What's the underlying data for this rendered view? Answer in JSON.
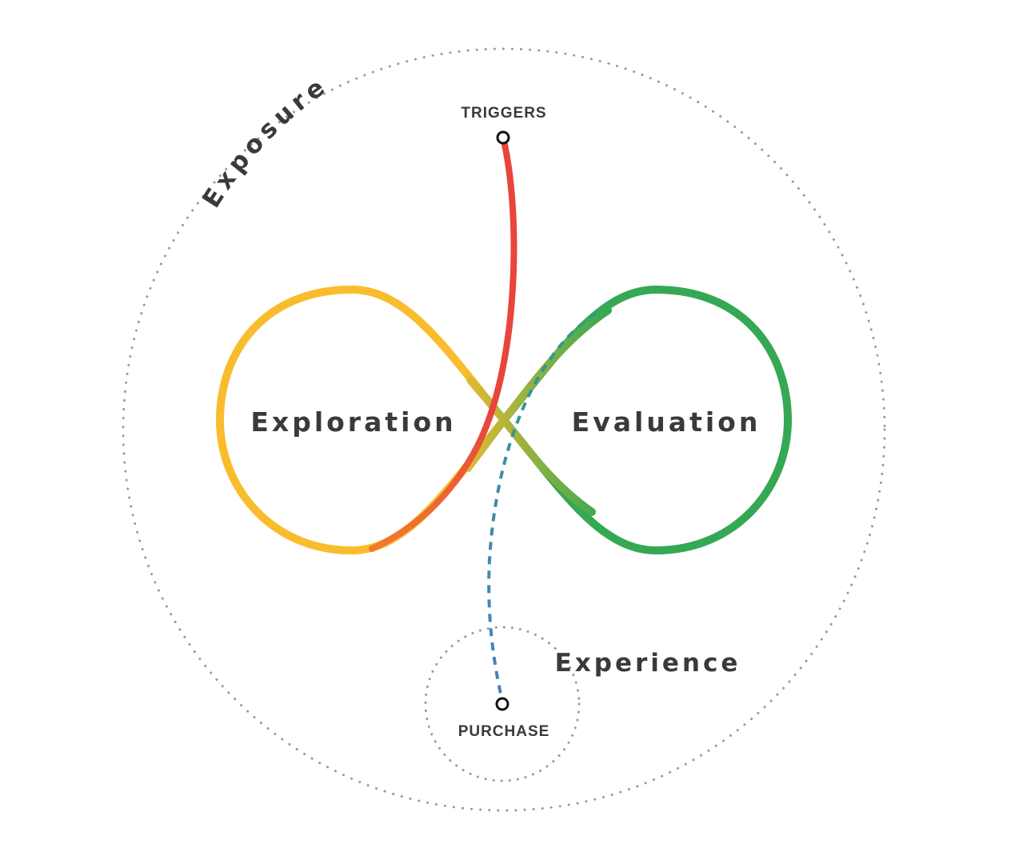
{
  "labels": {
    "exposure": "Exposure",
    "exploration": "Exploration",
    "evaluation": "Evaluation",
    "experience": "Experience",
    "triggers": "TRIGGERS",
    "purchase": "PURCHASE"
  },
  "colors": {
    "exploration_loop": "#F9BC2C",
    "evaluation_loop": "#35A853",
    "trigger_path": "#E8453C",
    "purchase_path_top": "#2E9C8A",
    "purchase_path_bottom": "#4A7FC1",
    "dotted_circle": "#9a9a9a",
    "text": "#3a3a3a"
  }
}
